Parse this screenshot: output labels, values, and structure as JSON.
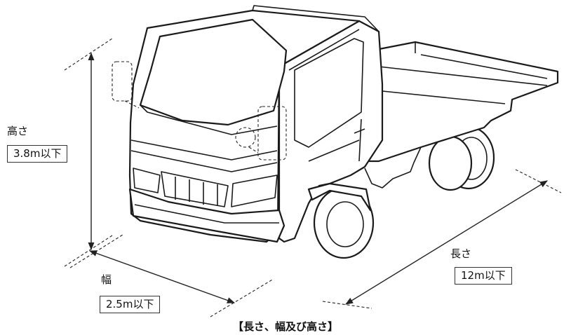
{
  "height": {
    "label": "高さ",
    "value": "3.8m以下"
  },
  "width": {
    "label": "幅",
    "value": "2.5m以下"
  },
  "length": {
    "label": "長さ",
    "value": "12m以下"
  },
  "caption": "【長さ、幅及び高さ】"
}
